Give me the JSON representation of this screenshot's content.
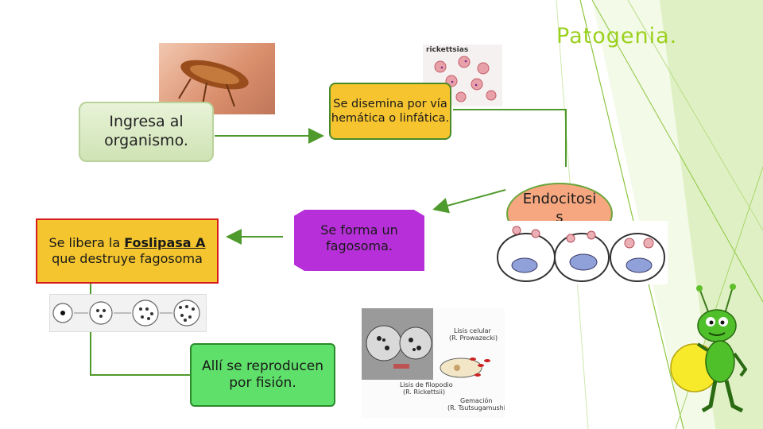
{
  "title": "Patogenia.",
  "nodes": {
    "ingresa": "Ingresa al organismo.",
    "disemina": "Se disemina por vía hemática o linfática.",
    "endocitosis_line1": "Endocitosi",
    "endocitosis_line2": "s",
    "fagosoma": "Se forma un fagosoma.",
    "libera_prefix": "Se libera la ",
    "libera_bold": "Foslipasa A ",
    "libera_suffix": "que destruye fagosoma",
    "allise": "Allí se reproducen por fisión."
  },
  "images": {
    "rickettsias_label": "rickettsias",
    "micrograph_labels": {
      "lisis_celular": "Lisis celular",
      "prowazecki": "(R. Prowazecki)",
      "lisis_filopodio": "Lisis de filopodio",
      "rickettsii": "(R. Rickettsii)",
      "gemacion": "Gemación",
      "tsutsugamushi": "(R. Tsutsugamushi)"
    }
  },
  "colors": {
    "title": "#9bd11e",
    "connector": "#4f9a2c",
    "accent_lines": "#8cc63f"
  }
}
